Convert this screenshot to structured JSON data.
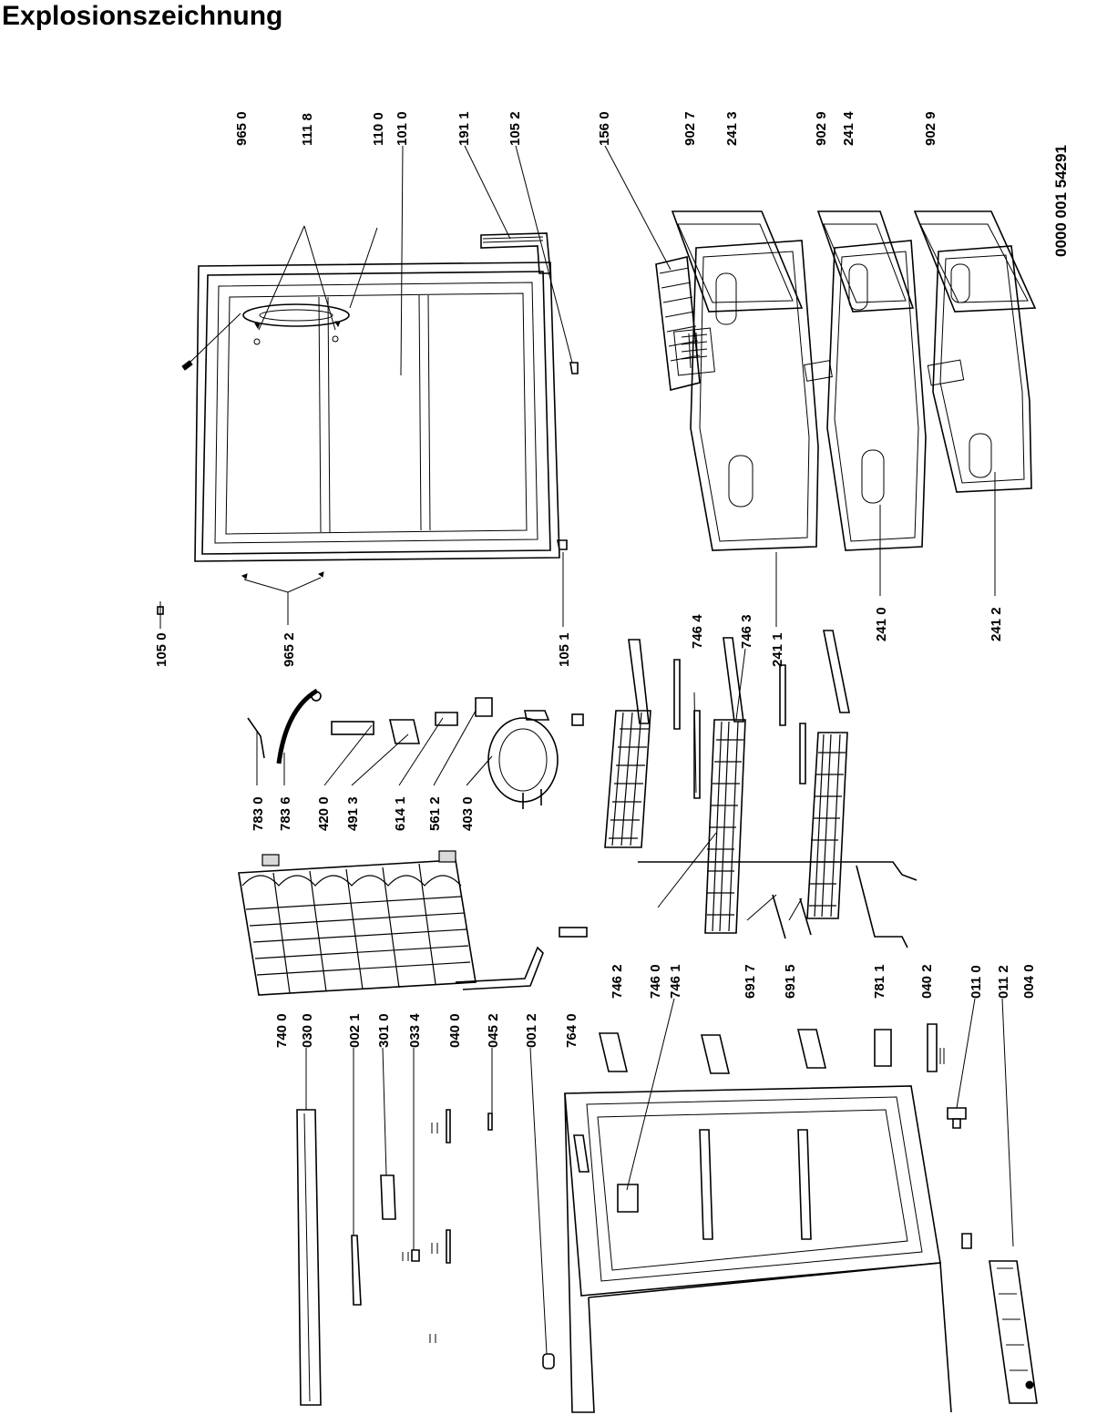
{
  "title": "Explosionszeichnung",
  "document_number": "0000 001 54291",
  "callouts": [
    {
      "id": "c9650",
      "text": "965 0"
    },
    {
      "id": "c1118",
      "text": "111 8"
    },
    {
      "id": "c1100",
      "text": "110 0"
    },
    {
      "id": "c1010",
      "text": "101 0"
    },
    {
      "id": "c1911",
      "text": "191 1"
    },
    {
      "id": "c1052",
      "text": "105 2"
    },
    {
      "id": "c1560",
      "text": "156 0"
    },
    {
      "id": "c9027",
      "text": "902 7"
    },
    {
      "id": "c2413",
      "text": "241 3"
    },
    {
      "id": "c9029a",
      "text": "902 9"
    },
    {
      "id": "c2414",
      "text": "241 4"
    },
    {
      "id": "c9029b",
      "text": "902 9"
    },
    {
      "id": "c1050",
      "text": "105 0"
    },
    {
      "id": "c9652",
      "text": "965 2"
    },
    {
      "id": "c1051",
      "text": "105 1"
    },
    {
      "id": "c7464",
      "text": "746 4"
    },
    {
      "id": "c7463",
      "text": "746 3"
    },
    {
      "id": "c2411",
      "text": "241 1"
    },
    {
      "id": "c2410",
      "text": "241 0"
    },
    {
      "id": "c2412",
      "text": "241 2"
    },
    {
      "id": "c7830",
      "text": "783 0"
    },
    {
      "id": "c7836",
      "text": "783 6"
    },
    {
      "id": "c4200",
      "text": "420 0"
    },
    {
      "id": "c4913",
      "text": "491 3"
    },
    {
      "id": "c6141",
      "text": "614 1"
    },
    {
      "id": "c5612",
      "text": "561 2"
    },
    {
      "id": "c4030",
      "text": "403 0"
    },
    {
      "id": "c7400",
      "text": "740 0"
    },
    {
      "id": "c0300",
      "text": "030 0"
    },
    {
      "id": "c0021",
      "text": "002 1"
    },
    {
      "id": "c3010",
      "text": "301 0"
    },
    {
      "id": "c0334",
      "text": "033 4"
    },
    {
      "id": "c0400",
      "text": "040 0"
    },
    {
      "id": "c0452",
      "text": "045 2"
    },
    {
      "id": "c0012",
      "text": "001 2"
    },
    {
      "id": "c7640",
      "text": "764 0"
    },
    {
      "id": "c7462",
      "text": "746 2"
    },
    {
      "id": "c7460",
      "text": "746 0"
    },
    {
      "id": "c7461",
      "text": "746 1"
    },
    {
      "id": "c6917",
      "text": "691 7"
    },
    {
      "id": "c6915",
      "text": "691 5"
    },
    {
      "id": "c7811",
      "text": "781 1"
    },
    {
      "id": "c0402",
      "text": "040 2"
    },
    {
      "id": "c0110",
      "text": "011 0"
    },
    {
      "id": "c0112",
      "text": "011 2"
    },
    {
      "id": "c0040",
      "text": "004 0"
    }
  ]
}
